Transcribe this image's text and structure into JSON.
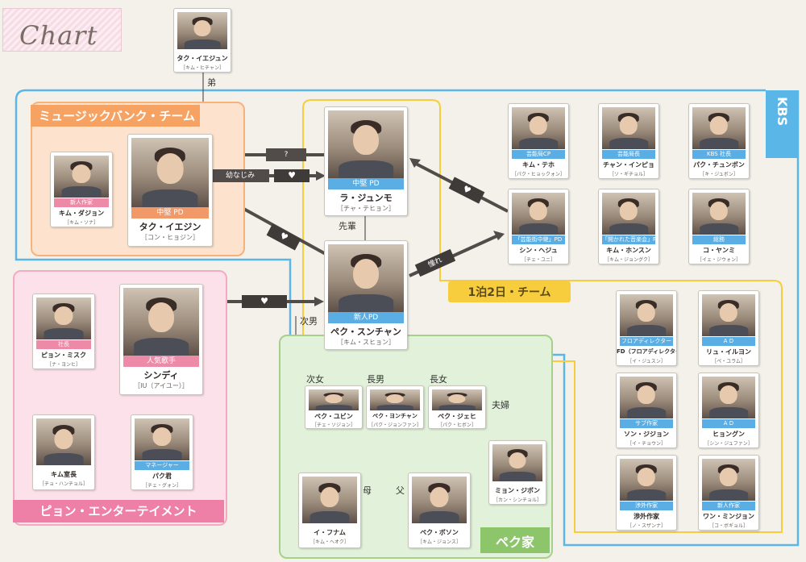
{
  "title": "Chart",
  "groups": {
    "music_bank": "ミュージックバンク・チーム",
    "bion": "ピョン・エンターテイメント",
    "baek_family": "ペク家",
    "one_night": "1泊2日・チーム",
    "kbs": "KBS"
  },
  "colors": {
    "kbs_blue": "#5bb6e8",
    "music_orange": "#f5a262",
    "bion_pink": "#ee7fa6",
    "baek_green": "#8dc56a",
    "team_yellow": "#f7cd3e"
  },
  "relations": {
    "younger_brother": "弟",
    "childhood_friend": "幼なじみ",
    "question": "?",
    "senior": "先輩",
    "admire": "憧れ",
    "second_son": "次男",
    "second_daughter": "次女",
    "eldest_son": "長男",
    "eldest_daughter": "長女",
    "married": "夫婦",
    "mother": "母",
    "father": "父"
  },
  "people": {
    "brother": {
      "role": "",
      "name": "タク・イエジュン",
      "actor": "［キム・ヒチャン］"
    },
    "kim_dajon": {
      "role": "新人作家",
      "name": "キム・ダジョン",
      "actor": "［キム・ソナ］"
    },
    "tak_iejin": {
      "role": "中堅 PD",
      "name": "タク・イエジン",
      "actor": "［コン・ヒョジン］"
    },
    "ra_junmo": {
      "role": "中堅 PD",
      "name": "ラ・ジュンモ",
      "actor": "［チャ・テヒョン］"
    },
    "baek_seungchan": {
      "role": "新人PD",
      "name": "ペク・スンチャン",
      "actor": "［キム・スヒョン］"
    },
    "bion_misuk": {
      "role": "社長",
      "name": "ピョン・ミスク",
      "actor": "［ナ・ヨンヒ］"
    },
    "cindy": {
      "role": "人気歌手",
      "name": "シンディ",
      "actor": "［IU（アイユー）］"
    },
    "kim_manager": {
      "role": "",
      "name": "キム室長",
      "actor": "［チョ・ハンチョル］"
    },
    "park": {
      "role": "マネージャー",
      "name": "パク君",
      "actor": "［チェ・グォン］"
    },
    "kim_teho": {
      "role": "芸能局CP",
      "name": "キム・テホ",
      "actor": "［パク・ヒョックォン］"
    },
    "chan_inpyo": {
      "role": "芸能局長",
      "name": "チャン・インピョ",
      "actor": "［ソ・ギチョル］"
    },
    "park_chunbon": {
      "role": "KBS 社長",
      "name": "パク・チュンボン",
      "actor": "［キ・ジュボン］"
    },
    "shin_heju": {
      "role": "「芸能街中継」PD",
      "name": "シン・ヘジュ",
      "actor": "［チェ・ユニ］"
    },
    "kim_honsun": {
      "role": "「開かれた音楽会」PD",
      "name": "キム・ホンスン",
      "actor": "［キム・ジョングク］"
    },
    "ko_yanmi": {
      "role": "総務",
      "name": "コ・ヤンミ",
      "actor": "［イェ・ジウォン］"
    },
    "fd": {
      "role": "フロアディレクター",
      "name": "FD（フロアディレクター）",
      "actor": "［イ・ジュスン］"
    },
    "ryu_ilyon": {
      "role": "A D",
      "name": "リュ・イルヨン",
      "actor": "［ペ・ユラム］"
    },
    "son_jijon": {
      "role": "サブ作家",
      "name": "ソン・ジジョン",
      "actor": "［イ・チョウン］"
    },
    "hyongun": {
      "role": "A D",
      "name": "ヒョングン",
      "actor": "［シン・ジュファン］"
    },
    "sotogai_writer": {
      "role": "渉外作家",
      "name": "渉外作家",
      "actor": "［ノ・スザンナ］"
    },
    "wan_minjion": {
      "role": "新人作家",
      "name": "ワン・ミンジョン",
      "actor": "［コ・ボギョル］"
    },
    "baek_yubin": {
      "role": "",
      "name": "ペク・ユビン",
      "actor": "［チェ・ソジョン］"
    },
    "baek_yonchan": {
      "role": "",
      "name": "ペク・ヨンチャン",
      "actor": "［パク・ジョンファン］"
    },
    "baek_jehi": {
      "role": "",
      "name": "ペク・ジェヒ",
      "actor": "［パク・ヒボン］"
    },
    "myon_jibon": {
      "role": "",
      "name": "ミョン・ジボン",
      "actor": "［カン・シンチョル］"
    },
    "i_funam": {
      "role": "",
      "name": "イ・フナム",
      "actor": "［キム・ヘオク］"
    },
    "baek_boson": {
      "role": "",
      "name": "ペク・ボソン",
      "actor": "［キム・ジョンス］"
    }
  }
}
